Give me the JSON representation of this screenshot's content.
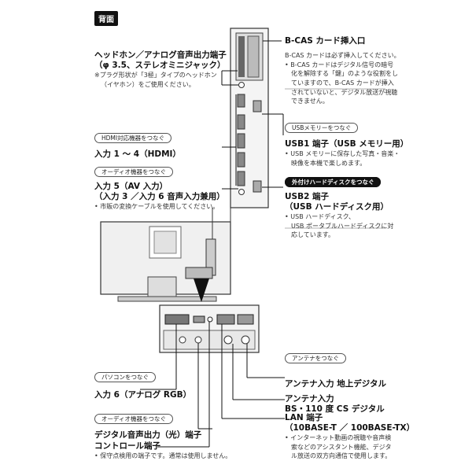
{
  "section_label": "背面",
  "left": {
    "headphone": {
      "title_lines": [
        "ヘッドホン／アナログ音声出力端子",
        "（φ 3.5、ステレオミニジャック）"
      ],
      "note_lines": [
        "※プラグ形状が「3極」タイプのヘッドホン",
        "（イヤホン）をご使用ください。"
      ]
    },
    "hdmi": {
      "pill": "HDMI対応機器をつなぐ",
      "title": "入力 1 ～ 4（HDMI）"
    },
    "av": {
      "pill": "オーディオ機器をつなぐ",
      "title_lines": [
        "入力 5（AV 入力）",
        "（入力 3 ／入力 6 音声入力兼用）"
      ],
      "note": "市販の変換ケーブルを使用してください。"
    },
    "pc": {
      "pill": "パソコンをつなぐ",
      "title": "入力 6（アナログ RGB）"
    },
    "optical": {
      "pill": "オーディオ機器をつなぐ",
      "title": "デジタル音声出力（光）端子"
    },
    "control": {
      "title": "コントロール端子",
      "note": "保守点検用の端子です。通常は使用しません。"
    }
  },
  "right": {
    "bcas": {
      "title": "B-CAS カード挿入口",
      "lead": "B-CAS カードは必ず挿入してください。",
      "bullet_lines": [
        "B-CAS カードはデジタル信号の暗号",
        "化を解除する「鍵」のような役割をし",
        "ていますので、B-CAS カードが挿入",
        "されていないと、デジタル放送が視聴",
        "できません。"
      ]
    },
    "usb1": {
      "pill": "USBメモリーをつなぐ",
      "title": "USB1 端子（USB メモリー用）",
      "bullet_lines": [
        "USB メモリーに保存した写真・音楽・",
        "映像を本機で楽しめます。"
      ]
    },
    "usb2": {
      "pill": "外付けハードディスクをつなぐ",
      "title_lines": [
        "USB2 端子",
        "（USB ハードディスク用）"
      ],
      "bullet_lines": [
        "USB ハードディスク、",
        "USB ポータブルハードディスクに対",
        "応しています。"
      ]
    },
    "antenna": {
      "pill": "アンテナをつなぐ",
      "terrestrial": "アンテナ入力 地上デジタル",
      "bs_lines": [
        "アンテナ入力",
        "BS・110 度 CS デジタル"
      ]
    },
    "lan": {
      "title_lines": [
        "LAN 端子",
        "（10BASE-T ／ 100BASE-TX）"
      ],
      "bullet_lines": [
        "インターネット動画の視聴や音声検",
        "索などのアシスタント機能、デジタ",
        "ル放送の双方向通信で使用します。"
      ]
    }
  }
}
